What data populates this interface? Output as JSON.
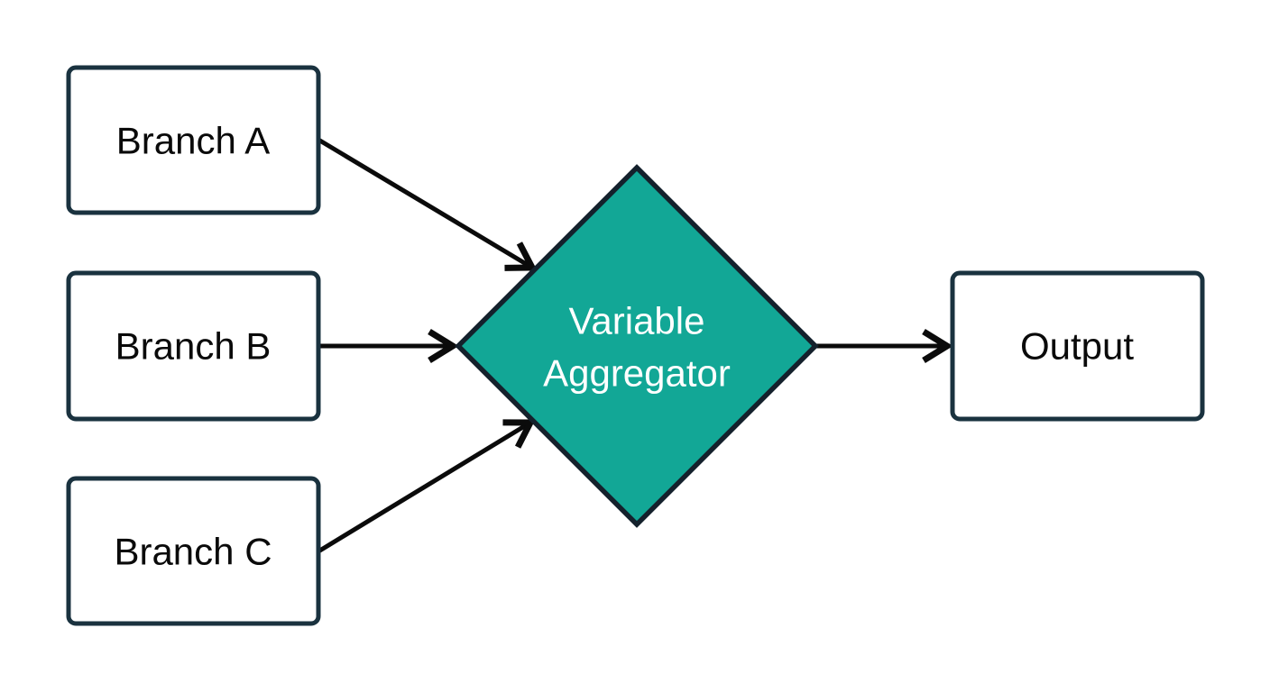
{
  "diagram": {
    "nodes": {
      "branch_a": {
        "label": "Branch A",
        "shape": "rectangle"
      },
      "branch_b": {
        "label": "Branch B",
        "shape": "rectangle"
      },
      "branch_c": {
        "label": "Branch C",
        "shape": "rectangle"
      },
      "aggregator": {
        "label": "Variable Aggregator",
        "label_lines": [
          "Variable",
          "Aggregator"
        ],
        "shape": "diamond"
      },
      "output": {
        "label": "Output",
        "shape": "rectangle"
      }
    },
    "edges": [
      {
        "from": "Branch A",
        "to": "Variable Aggregator"
      },
      {
        "from": "Branch B",
        "to": "Variable Aggregator"
      },
      {
        "from": "Branch C",
        "to": "Variable Aggregator"
      },
      {
        "from": "Variable Aggregator",
        "to": "Output"
      }
    ]
  },
  "colors": {
    "background": "#ffffff",
    "node_fill": "#ffffff",
    "node_border": "#1a323f",
    "node_text": "#0a0a0a",
    "diamond_fill": "#12a796",
    "diamond_border": "#14212c",
    "diamond_text": "#ffffff",
    "arrow": "#0b0b0b"
  }
}
